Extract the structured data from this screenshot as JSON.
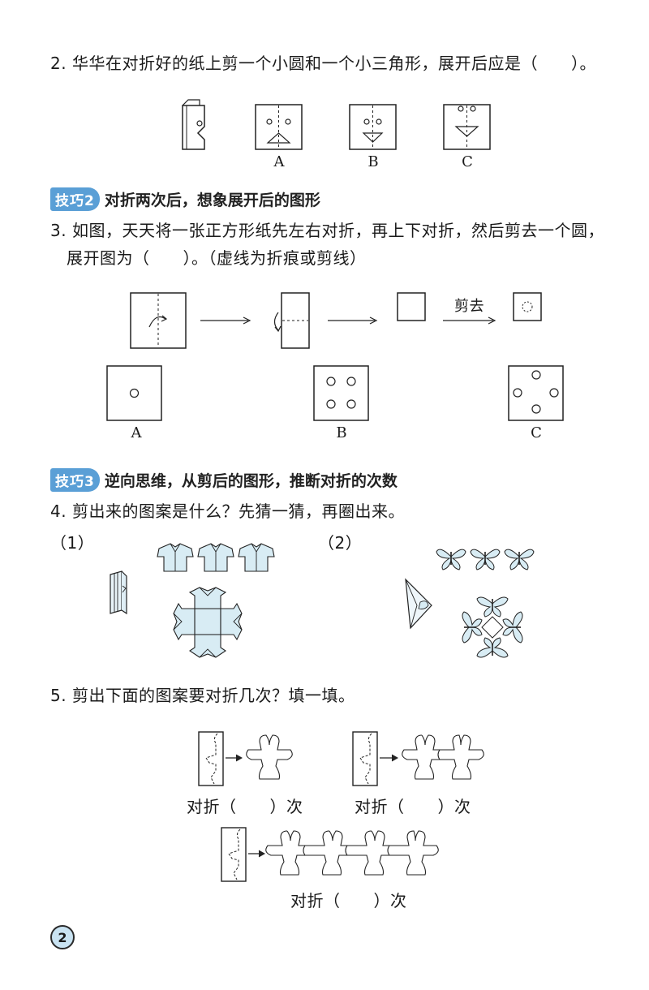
{
  "q2": {
    "text": "2. 华华在对折好的纸上剪一个小圆和一个小三角形，展开后应是（　　）。",
    "options": [
      "A",
      "B",
      "C"
    ]
  },
  "tip2": {
    "badge": "技巧2",
    "text": "对折两次后，想象展开后的图形"
  },
  "q3": {
    "line1": "3. 如图，天天将一张正方形纸先左右对折，再上下对折，然后剪去一个圆，",
    "line2": "展开图为（　　）。（虚线为折痕或剪线）",
    "cut_label": "剪去",
    "options": [
      "A",
      "B",
      "C"
    ]
  },
  "tip3": {
    "badge": "技巧3",
    "text": "逆向思维，从剪后的图形，推断对折的次数"
  },
  "q4": {
    "text": "4. 剪出来的图案是什么？先猜一猜，再圈出来。",
    "part1": "（1）",
    "part2": "（2）"
  },
  "q5": {
    "text": "5. 剪出下面的图案要对折几次？填一填。",
    "answer_labels": [
      "对折（　　）次",
      "对折（　　）次",
      "对折（　　）次"
    ]
  },
  "page_number": "2"
}
